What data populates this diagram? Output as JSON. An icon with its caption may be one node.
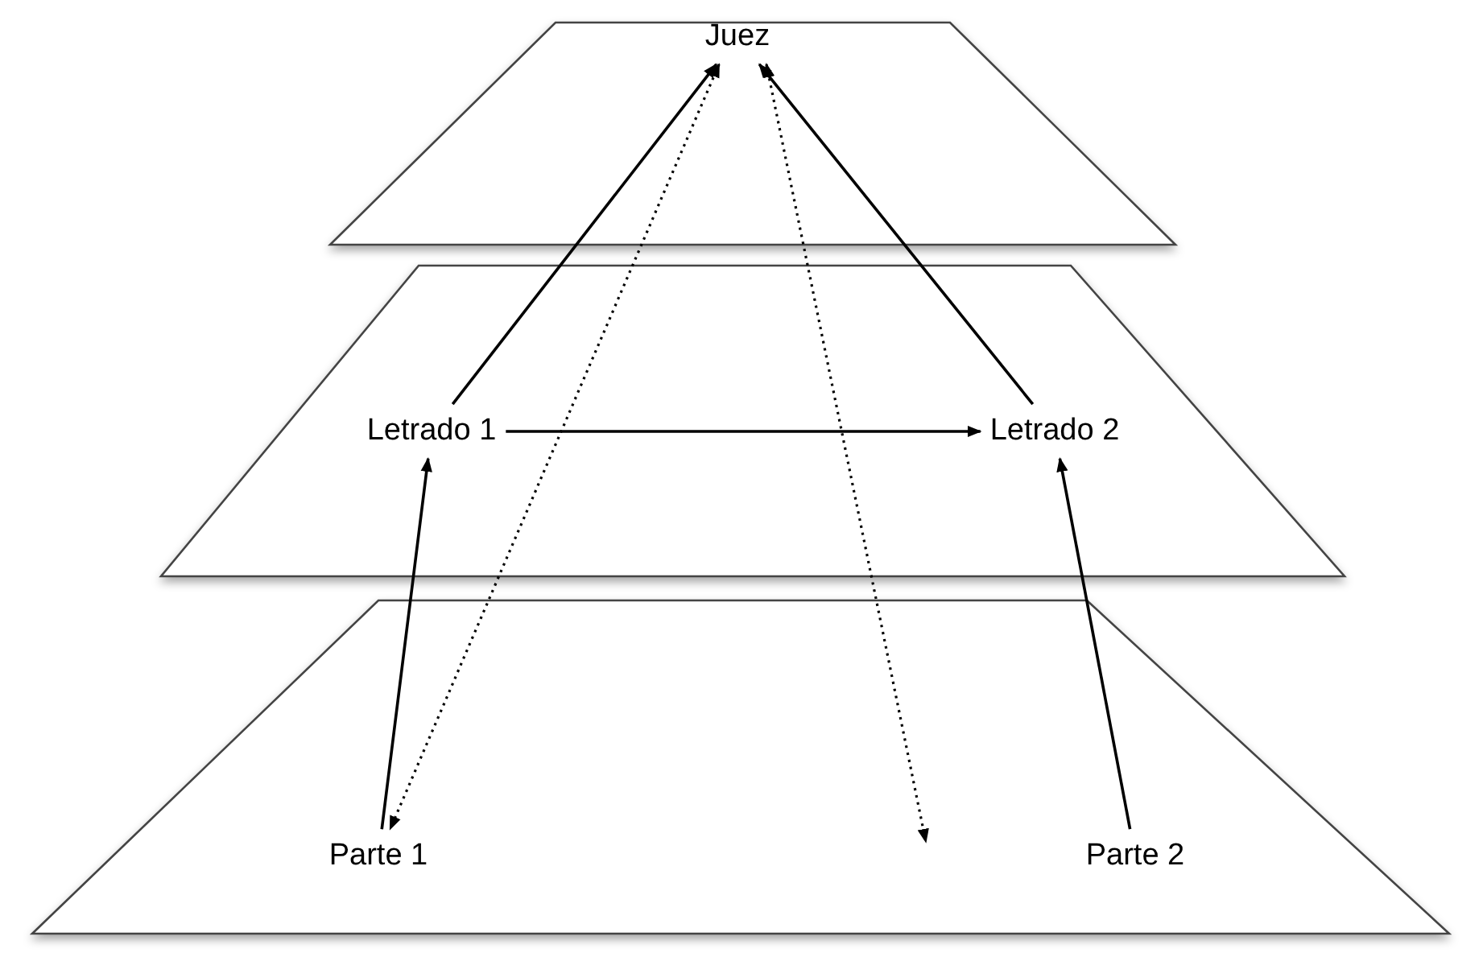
{
  "diagram": {
    "nodes": [
      {
        "text": [],
        "shape": "trapezoid"
      },
      {
        "text": [
          "Juez"
        ],
        "in": 0
      },
      {
        "text": [],
        "shape": "trapezoid"
      },
      {
        "text": [
          "Letrado 1"
        ],
        "in": 2
      },
      {
        "text": [
          "Letrado 2"
        ],
        "in": 2
      },
      {
        "text": [],
        "shape": "trapezoid"
      },
      {
        "text": [
          "Parte 1"
        ],
        "in": 5
      },
      {
        "text": [
          "Parte 2"
        ],
        "in": 5
      }
    ],
    "edges": [
      {
        "from": 3,
        "to": 1,
        "arrow": "to"
      },
      {
        "from": 1,
        "to": 6,
        "arrow": "both",
        "style": "dashed"
      },
      {
        "from": 1,
        "to": null,
        "arrow": "both",
        "style": "dashed"
      },
      {
        "from": 4,
        "to": 1,
        "arrow": "to"
      },
      {
        "from": 3,
        "to": 4,
        "arrow": "to"
      },
      {
        "from": 6,
        "to": 3,
        "arrow": "to"
      },
      {
        "from": 7,
        "to": 4,
        "arrow": "to"
      }
    ]
  }
}
